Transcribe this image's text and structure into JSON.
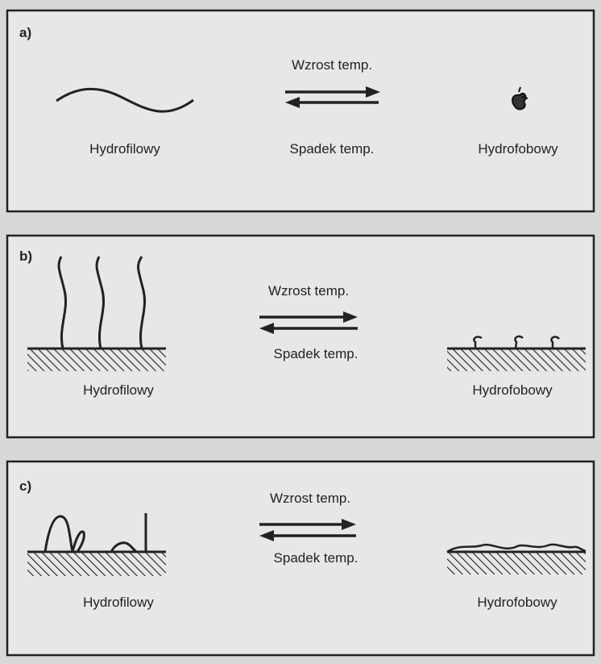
{
  "panels": [
    {
      "label": "a)",
      "arrow_top": "Wzrost temp.",
      "arrow_bottom": "Spadek temp.",
      "left": "Hydrofilowy",
      "right": "Hydrofobowy"
    },
    {
      "label": "b)",
      "arrow_top": "Wzrost temp.",
      "arrow_bottom": "Spadek temp.",
      "left": "Hydrofilowy",
      "right": "Hydrofobowy"
    },
    {
      "label": "c)",
      "arrow_top": "Wzrost temp.",
      "arrow_bottom": "Spadek temp.",
      "left": "Hydrofilowy",
      "right": "Hydrofobowy"
    }
  ],
  "colors": {
    "background": "#d8d8d8",
    "panel_fill": "#e7e7e7",
    "ink": "#222222"
  }
}
